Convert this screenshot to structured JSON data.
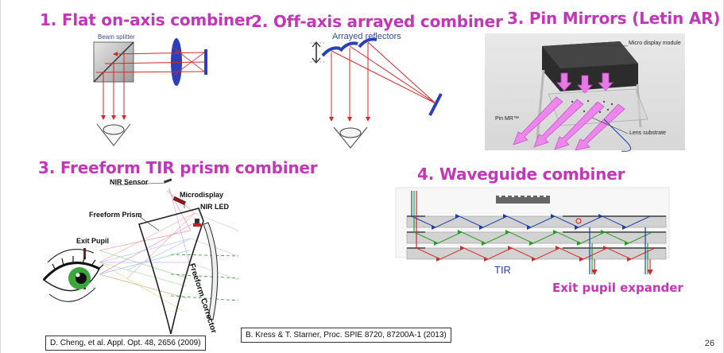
{
  "titles": {
    "flat": "1. Flat on-axis combiner",
    "offaxis": "2. Off-axis arrayed combiner",
    "pin": "3. Pin Mirrors (Letin AR)",
    "freeform": "3. Freeform TIR prism combiner",
    "waveguide": "4. Waveguide combiner"
  },
  "flat": {
    "beam_splitter_label": "Beam splitter"
  },
  "offaxis": {
    "reflectors_label": "Arrayed reflectors"
  },
  "pin": {
    "micro_display_label": "Micro display module",
    "pin_mr_label": "Pin MR™",
    "lens_substrate_label": "Lens substrate"
  },
  "freeform": {
    "nir_sensor": "NIR Sensor",
    "microdisplay": "Microdisplay",
    "nir_led": "NIR LED",
    "freeform_prism": "Freeform Prism",
    "exit_pupil": "Exit Pupil",
    "freeform_corrector": "Freeform Corrector"
  },
  "waveguide": {
    "tir_label": "TIR",
    "exit_pupil_expander": "Exit pupil expander"
  },
  "references": {
    "cheng": "D. Cheng, et al. Appl. Opt. 48, 2656 (2009)",
    "kress": "B. Kress & T. Starner, Proc. SPIE 8720, 87200A-1 (2013)"
  },
  "page_number": "26",
  "colors": {
    "title": "#c236b8",
    "ray_red": "#d42a2a",
    "ray_blue": "#1d3fa8",
    "ray_green": "#2a9a2a",
    "pin_arrow": "#f07ef0"
  }
}
